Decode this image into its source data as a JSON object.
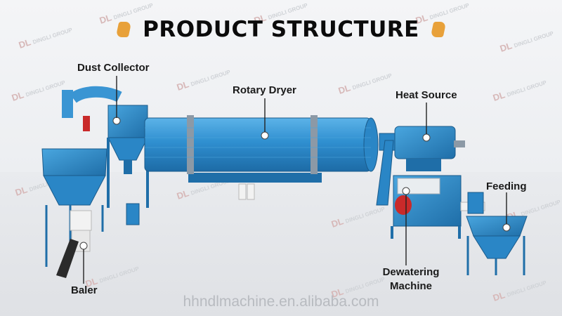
{
  "title": "PRODUCT STRUCTURE",
  "labels": {
    "dust_collector": "Dust Collector",
    "rotary_dryer": "Rotary Dryer",
    "heat_source": "Heat Source",
    "feeding": "Feeding",
    "dewatering_line1": "Dewatering",
    "dewatering_line2": "Machine",
    "baler": "Baler"
  },
  "watermark_text": "DINGLI GROUP",
  "watermark_logo": "DL",
  "footer_url": "hhndlmachine.en.alibaba.com",
  "colors": {
    "accent": "#e8a13a",
    "machine_blue": "#2f8fd0",
    "machine_dark": "#1f6ea8",
    "red_part": "#c92a2a"
  }
}
